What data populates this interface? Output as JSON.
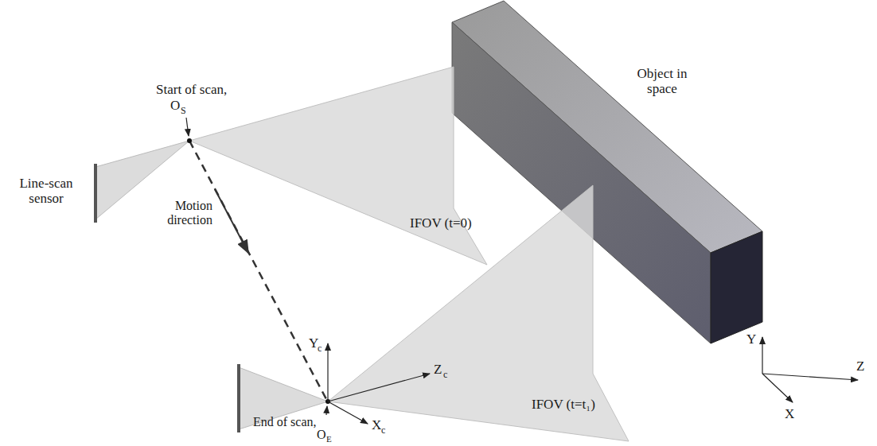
{
  "diagram": {
    "labels": [
      "Start of scan,",
      "O",
      "S",
      "Line-scan sensor",
      "Motion direction",
      "IFOV (t=0)",
      "Object in space",
      "IFOV (t=t₁)",
      "Y",
      "c",
      "Z",
      "c",
      "X",
      "c",
      "End of scan,",
      "O",
      "E",
      "Y",
      "Z",
      "X"
    ]
  }
}
